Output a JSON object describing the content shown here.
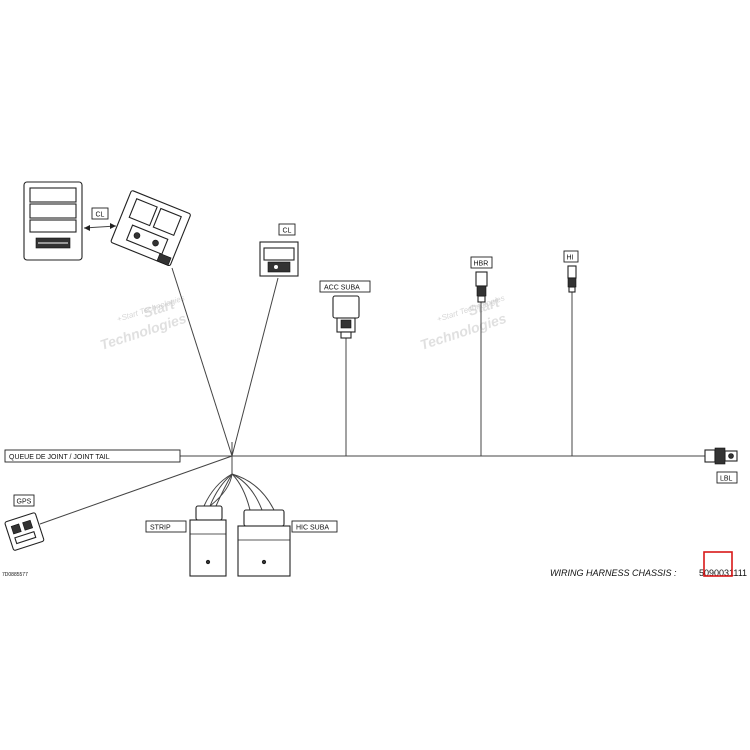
{
  "labels": {
    "cl_top": "CL",
    "cl_mid": "CL",
    "acc_suba": "ACC SUBA",
    "hbr": "HBR",
    "hi": "HI",
    "joint_tail": "QUEUE DE JOINT / JOINT TAIL",
    "gps": "GPS",
    "strip": "STRIP",
    "hic_suba": "HIC SUBA",
    "lbl": "LBL"
  },
  "footer": {
    "title": "WIRING HARNESS  CHASSIS :",
    "part_number": "5090031111",
    "corner_code": "7D0885577"
  },
  "watermark": {
    "brand_line1": "Start",
    "brand_line2": "Technologies",
    "small": "+Start Technologies"
  },
  "colors": {
    "highlight": "#d81818",
    "line": "#444444"
  }
}
